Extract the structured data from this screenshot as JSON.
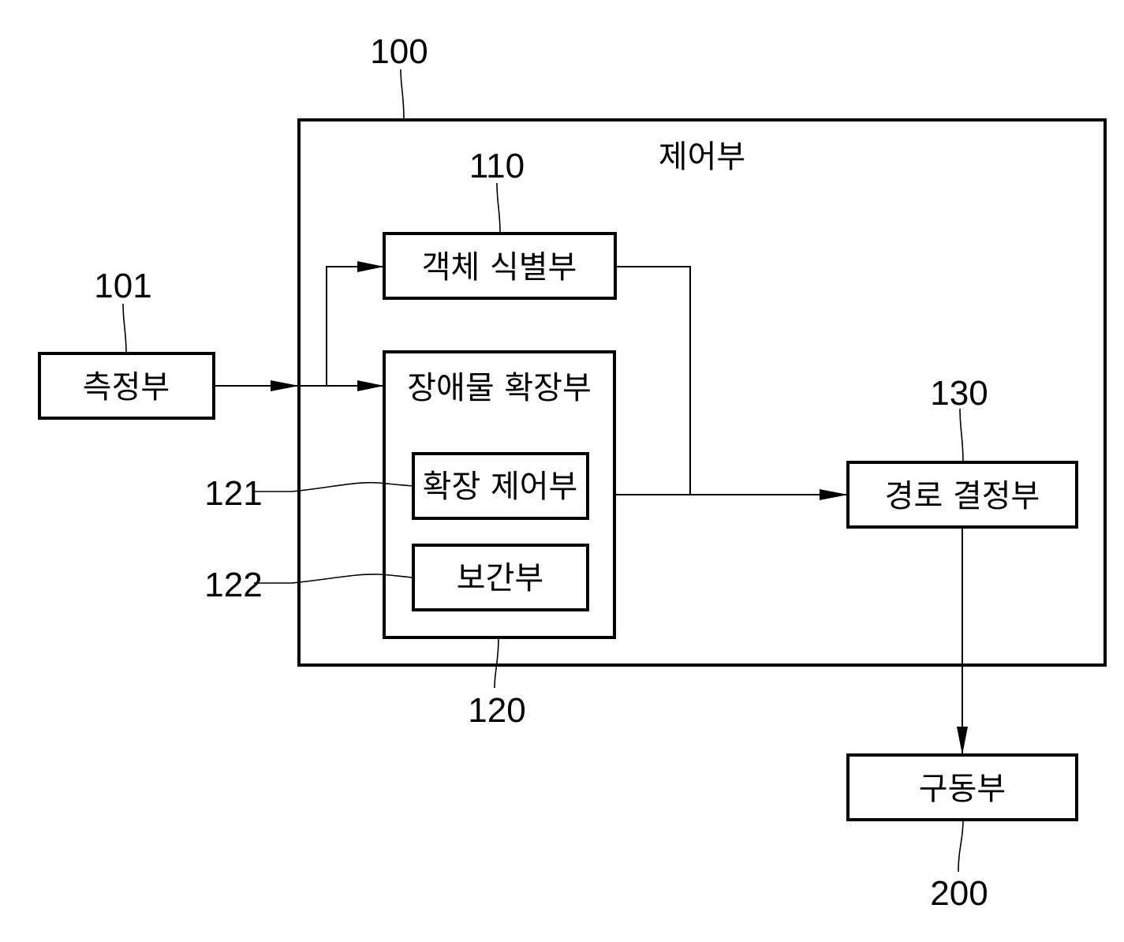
{
  "diagram": {
    "type": "block-diagram",
    "blocks": {
      "controller": {
        "label": "제어부",
        "ref": "100"
      },
      "measurement": {
        "label": "측정부",
        "ref": "101"
      },
      "object_identifier": {
        "label": "객체 식별부",
        "ref": "110"
      },
      "obstacle_expander": {
        "label": "장애물 확장부",
        "ref": "120"
      },
      "expansion_controller": {
        "label": "확장 제어부",
        "ref": "121"
      },
      "interpolator": {
        "label": "보간부",
        "ref": "122"
      },
      "path_determiner": {
        "label": "경로 결정부",
        "ref": "130"
      },
      "driver": {
        "label": "구동부",
        "ref": "200"
      }
    },
    "connections": [
      {
        "from": "measurement",
        "to": "object_identifier"
      },
      {
        "from": "measurement",
        "to": "obstacle_expander"
      },
      {
        "from": "object_identifier",
        "to": "path_determiner"
      },
      {
        "from": "obstacle_expander",
        "to": "path_determiner"
      },
      {
        "from": "path_determiner",
        "to": "driver"
      }
    ]
  }
}
